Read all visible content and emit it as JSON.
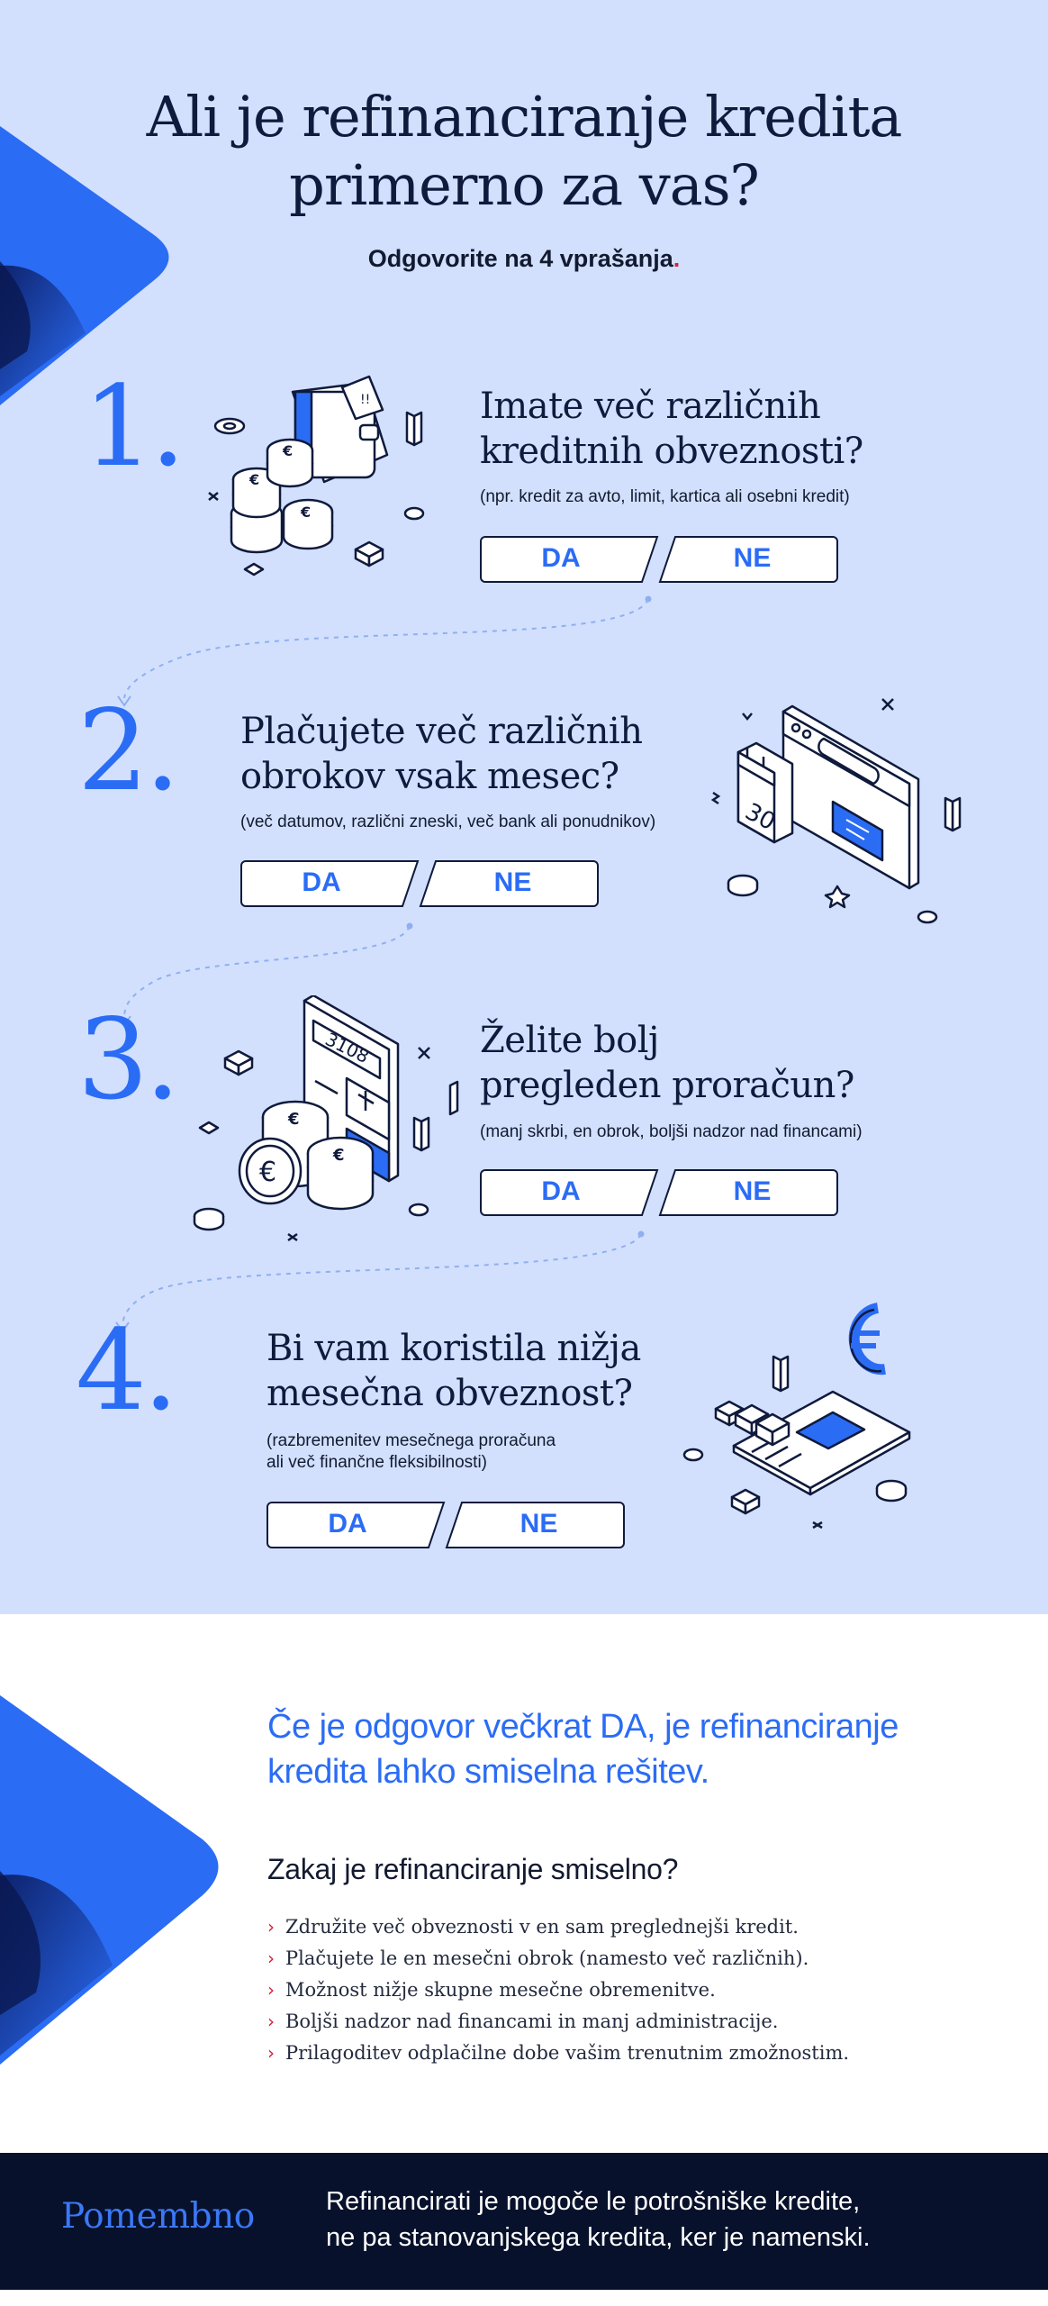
{
  "header": {
    "title_line1": "Ali je refinanciranje kredita",
    "title_line2": "primerno za vas?",
    "subtitle": "Odgovorite na 4 vprašanja",
    "subtitle_dot": "."
  },
  "questions": [
    {
      "number": "1.",
      "title_line1": "Imate več različnih",
      "title_line2": "kreditnih obveznosti?",
      "hint_line1": "(npr. kredit za avto, limit, kartica ali osebni kredit)",
      "hint_line2": "",
      "yes_label": "DA",
      "no_label": "NE",
      "illustration_icon": "wallet-coins-illustration"
    },
    {
      "number": "2.",
      "title_line1": "Plačujete več različnih",
      "title_line2": "obrokov vsak mesec?",
      "hint_line1": "(več datumov, različni zneski, več bank ali ponudnikov)",
      "hint_line2": "",
      "yes_label": "DA",
      "no_label": "NE",
      "illustration_icon": "calendar-browser-illustration",
      "calendar_day": "30"
    },
    {
      "number": "3.",
      "title_line1": "Želite bolj",
      "title_line2": "pregleden proračun?",
      "hint_line1": "(manj skrbi, en obrok, boljši nadzor nad financami)",
      "hint_line2": "",
      "yes_label": "DA",
      "no_label": "NE",
      "illustration_icon": "calculator-coins-illustration",
      "calculator_display": "3108"
    },
    {
      "number": "4.",
      "title_line1": "Bi vam koristila nižja",
      "title_line2": "mesečna obveznost?",
      "hint_line1": "(razbremenitev mesečnega proračuna",
      "hint_line2": "ali več finančne fleksibilnosti)",
      "yes_label": "DA",
      "no_label": "NE",
      "illustration_icon": "euro-chart-illustration"
    }
  ],
  "conclusion": {
    "lead_line1": "Če je odgovor večkrat DA, je refinanciranje",
    "lead_line2": "kredita lahko smiselna rešitev.",
    "why_title": "Zakaj je refinanciranje smiselno?",
    "bullet_icon": "chevron-right-icon",
    "reasons": [
      "Združite več obveznosti v en sam preglednejši kredit.",
      "Plačujete le en mesečni obrok (namesto več različnih).",
      "Možnost nižje skupne mesečne obremenitve.",
      "Boljši nadzor nad financami in manj administracije.",
      "Prilagoditev odplačilne dobe vašim trenutnim zmožnostim."
    ]
  },
  "footer": {
    "brand": "Pomembno",
    "text_line1": "Refinancirati je mogoče le potrošniške kredite,",
    "text_line2": "ne pa stanovanjskega kredita, ker je namenski."
  },
  "colors": {
    "quiz_background": "#d2e0fe",
    "accent_blue": "#2b6cf5",
    "accent_red": "#d8203a",
    "navy_text": "#0f1a3c",
    "footer_background": "#07112b"
  }
}
